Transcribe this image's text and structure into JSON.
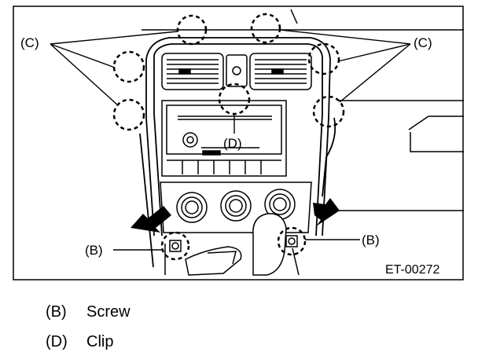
{
  "figure": {
    "callouts": {
      "c_top_left": "(C)",
      "c_top_right": "(C)",
      "d_center": "(D)",
      "b_left": "(B)",
      "b_right": "(B)"
    },
    "figure_code": "ET-00272"
  },
  "legend": [
    {
      "key": "(B)",
      "text": "Screw"
    },
    {
      "key": "(D)",
      "text": "Clip"
    }
  ]
}
